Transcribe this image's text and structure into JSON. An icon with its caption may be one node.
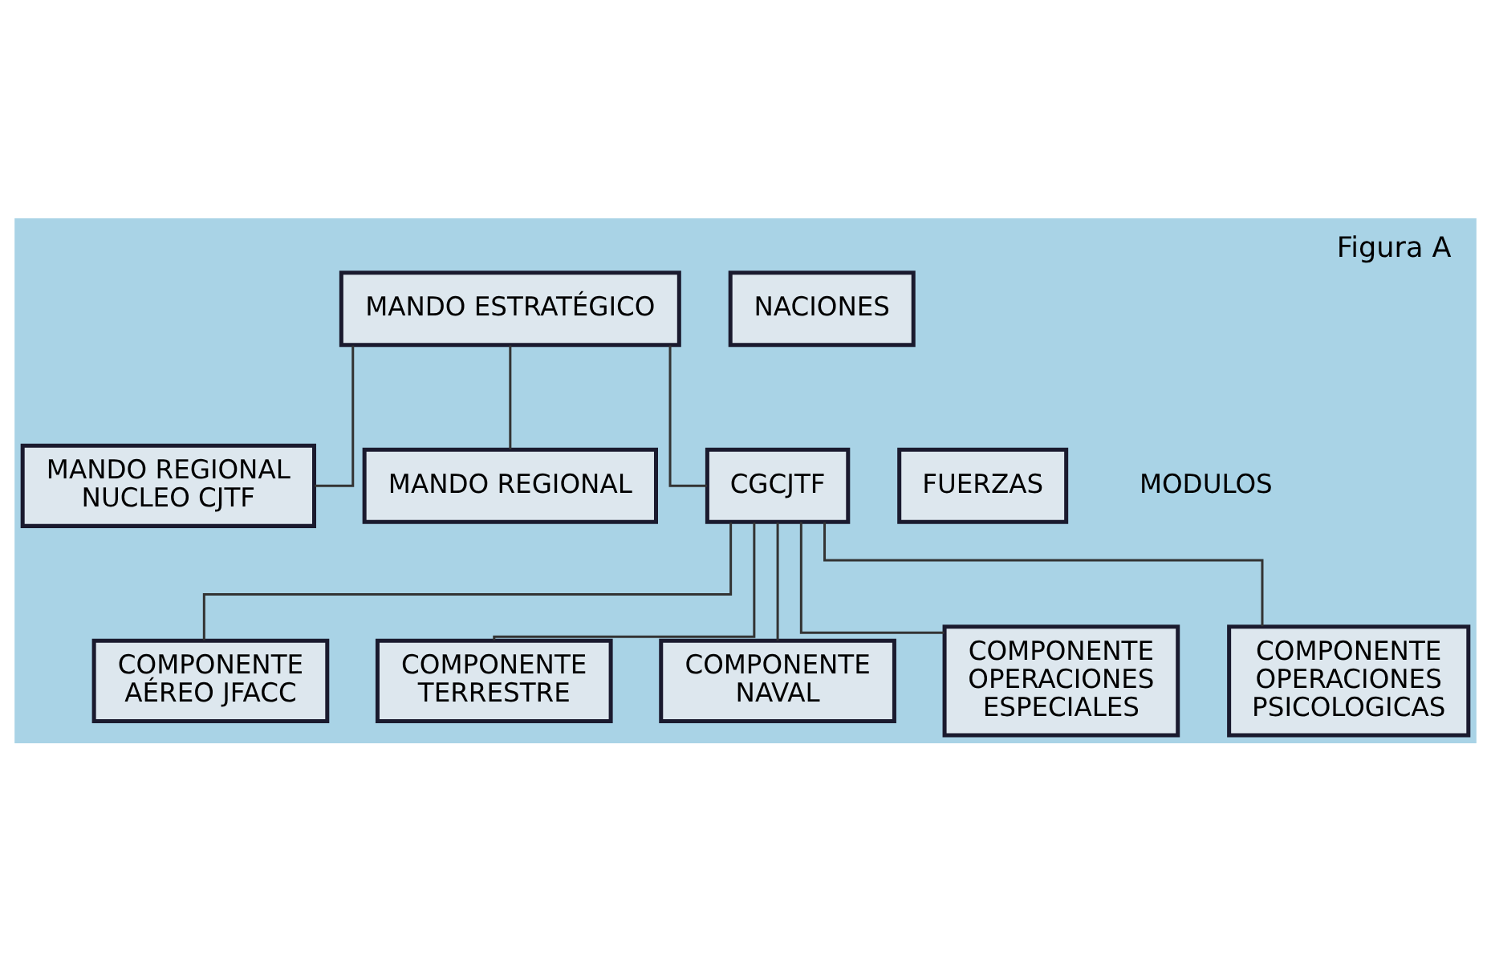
{
  "diagram": {
    "title": "Figura A",
    "nodes": [
      {
        "text": [
          "MANDO ESTRATÉGICO"
        ]
      },
      {
        "text": [
          "NACIONES"
        ]
      },
      {
        "text": [
          "MANDO REGIONAL NUCLEO CJTF"
        ]
      },
      {
        "text": [
          "MANDO REGIONAL"
        ]
      },
      {
        "text": [
          "FUERZAS"
        ]
      },
      {
        "text": [
          "CGCJTF"
        ]
      },
      {
        "text": [
          "COMPONENTE AÉREO JFACC"
        ]
      },
      {
        "text": [
          "COMPONENTE TERRESTRE"
        ]
      },
      {
        "text": [
          "COMPONENTE NAVAL"
        ]
      },
      {
        "text": [
          "COMPONENTE OPERACIONES ESPECIALES"
        ]
      },
      {
        "text": [
          "COMPONENTE OPERACIONES PSICOLOGICAS"
        ]
      }
    ],
    "edges": [
      {
        "from": 0,
        "to": 2,
        "arrow": "none"
      },
      {
        "from": 0,
        "to": 3,
        "arrow": "none"
      },
      {
        "from": 0,
        "to": 5,
        "arrow": "none"
      },
      {
        "from": 5,
        "to": 6,
        "arrow": "none"
      },
      {
        "from": 5,
        "to": 7,
        "arrow": "none"
      },
      {
        "from": 5,
        "to": 8,
        "arrow": "none"
      },
      {
        "from": 5,
        "to": 9,
        "arrow": "none"
      },
      {
        "from": 5,
        "to": 10,
        "arrow": "none"
      }
    ],
    "labels": [
      "MODULOS"
    ]
  }
}
